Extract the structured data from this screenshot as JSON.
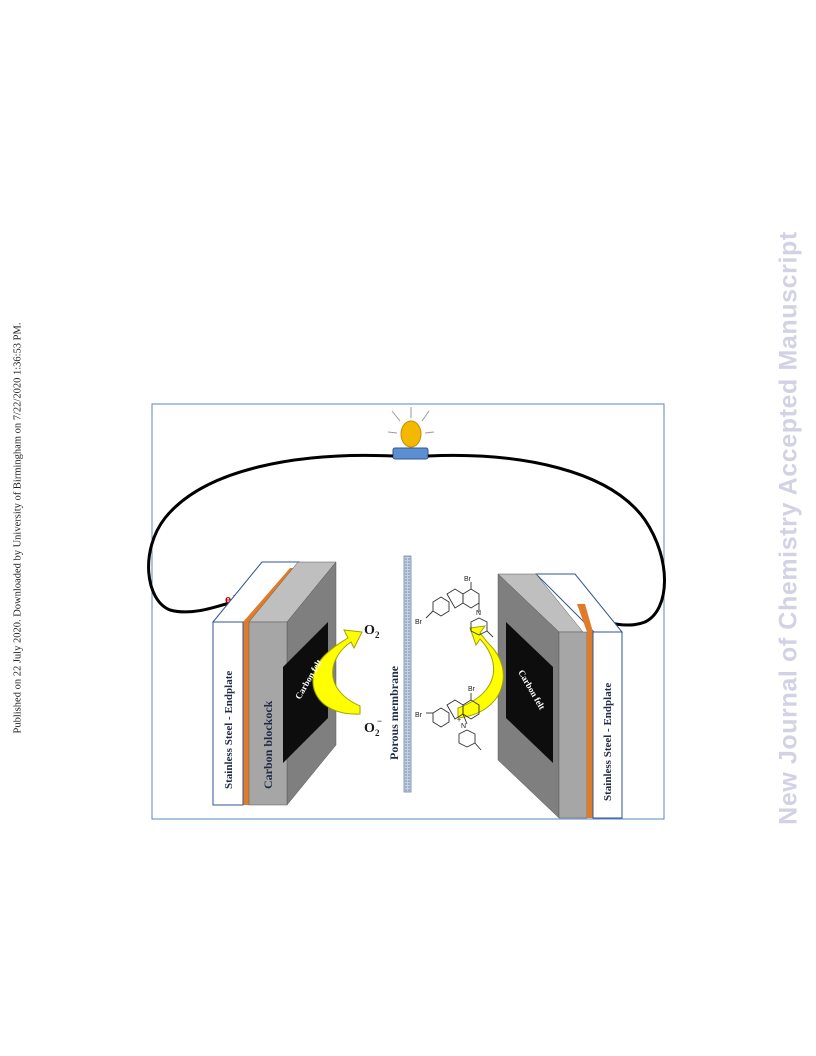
{
  "header": {
    "published_line": "Published on 22 July 2020. Downloaded by University of Birmingham on 7/22/2020 1:36:53 PM."
  },
  "watermark": {
    "text": "New Journal of Chemistry Accepted Manuscript"
  },
  "figure": {
    "left_endplate_label": "Stainless Steel - Endplate",
    "left_block_label": "Carbon  blockock",
    "left_felt_label": "Carbon felt",
    "right_endplate_label": "Stainless Steel - Endplate",
    "right_felt_label": "Carbon felt",
    "membrane_label": "Porous membrane",
    "oxygen_label": "O",
    "oxygen_subscript": "2",
    "superoxide_label": "O",
    "superoxide_subscript": "2",
    "superoxide_charge": "−",
    "electron_label": "e",
    "electron_charge": "−",
    "bromine_label": "Br",
    "nitrogen_label": "N",
    "nitrogen_plus_label": "N",
    "plus_sign": "+",
    "colors": {
      "wire": "#000000",
      "bulb": "#f5b800",
      "bulb_base": "#5b8fd0",
      "endplate_face": "#ffffff",
      "endplate_border": "#2f5597",
      "copper": "#e07b2a",
      "block_front": "#a6a6a6",
      "block_side": "#7f7f7f",
      "felt": "#0d0d0d",
      "arrow_fill": "#ffff00",
      "arrow_edge": "#9fa300",
      "membrane": "#9fb3cc",
      "frame": "#5b86c1"
    }
  }
}
